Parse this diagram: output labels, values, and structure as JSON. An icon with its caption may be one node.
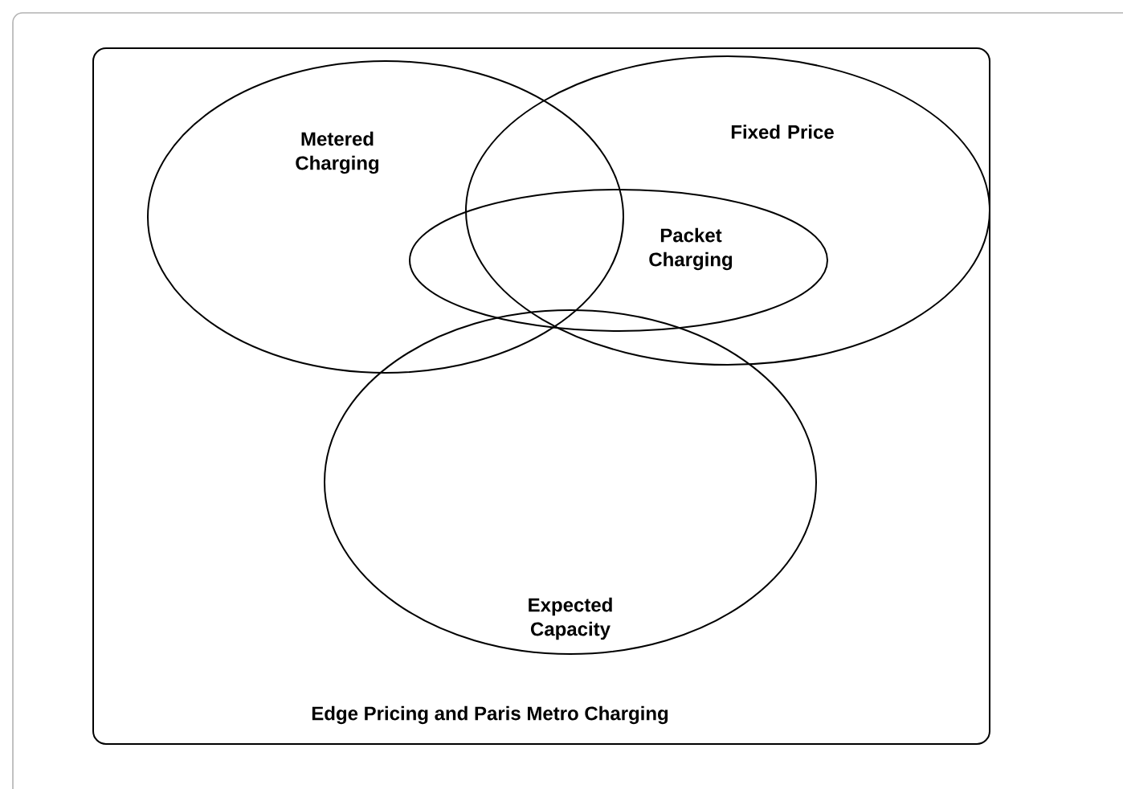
{
  "diagram": {
    "nodes": [
      {
        "text": [
          "Edge Pricing and Paris Metro Charging"
        ]
      },
      {
        "text": [
          "Metered Charging"
        ],
        "in": 0
      },
      {
        "text": [
          "Fixed Price"
        ],
        "in": 0
      },
      {
        "text": [
          "Packet Charging"
        ],
        "in": 0
      },
      {
        "text": [
          "Expected Capacity"
        ],
        "in": 0
      }
    ]
  }
}
